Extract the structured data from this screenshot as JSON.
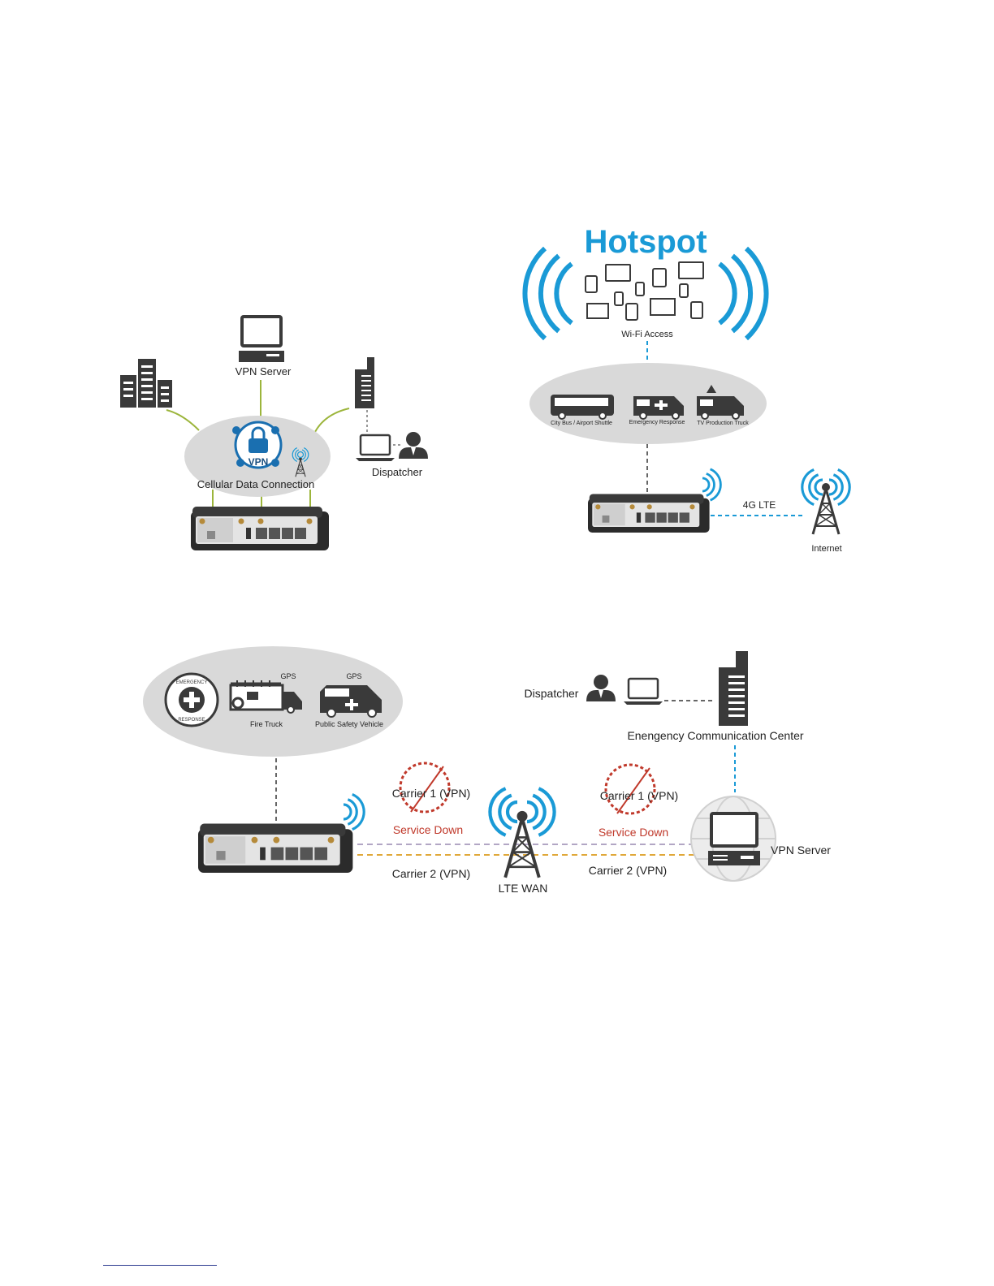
{
  "vpn_diagram": {
    "server_label": "VPN Server",
    "vpn_badge": "VPN",
    "cloud_label": "Cellular Data Connection",
    "dispatcher_label": "Dispatcher"
  },
  "hotspot_diagram": {
    "title": "Hotspot",
    "wifi_label": "Wi-Fi Access",
    "vehicles": [
      "City Bus / Airport Shuttle",
      "Emergency Response",
      "TV Production Truck"
    ],
    "lte_label": "4G LTE",
    "internet_label": "Internet"
  },
  "failover_diagram": {
    "badge_top": "EMERGENCY",
    "badge_bottom": "RESPONSE",
    "gps_label": "GPS",
    "fire_truck_label": "Fire Truck",
    "safety_vehicle_label": "Public Safety Vehicle",
    "dispatcher_label": "Dispatcher",
    "center_label": "Enengency Communication Center",
    "carrier1_label": "Carrier 1 (VPN)",
    "service_down_label": "Service Down",
    "carrier2_label": "Carrier 2 (VPN)",
    "wan_label": "LTE WAN",
    "server_label": "VPN Server"
  },
  "colors": {
    "accent_blue": "#1a9ad6",
    "cloud_gray": "#d9d9d9",
    "line_green": "#9cb53b",
    "fail_red": "#c0392b",
    "carrier2_orange": "#e0a83a",
    "dark_icon": "#3a3a3a"
  }
}
